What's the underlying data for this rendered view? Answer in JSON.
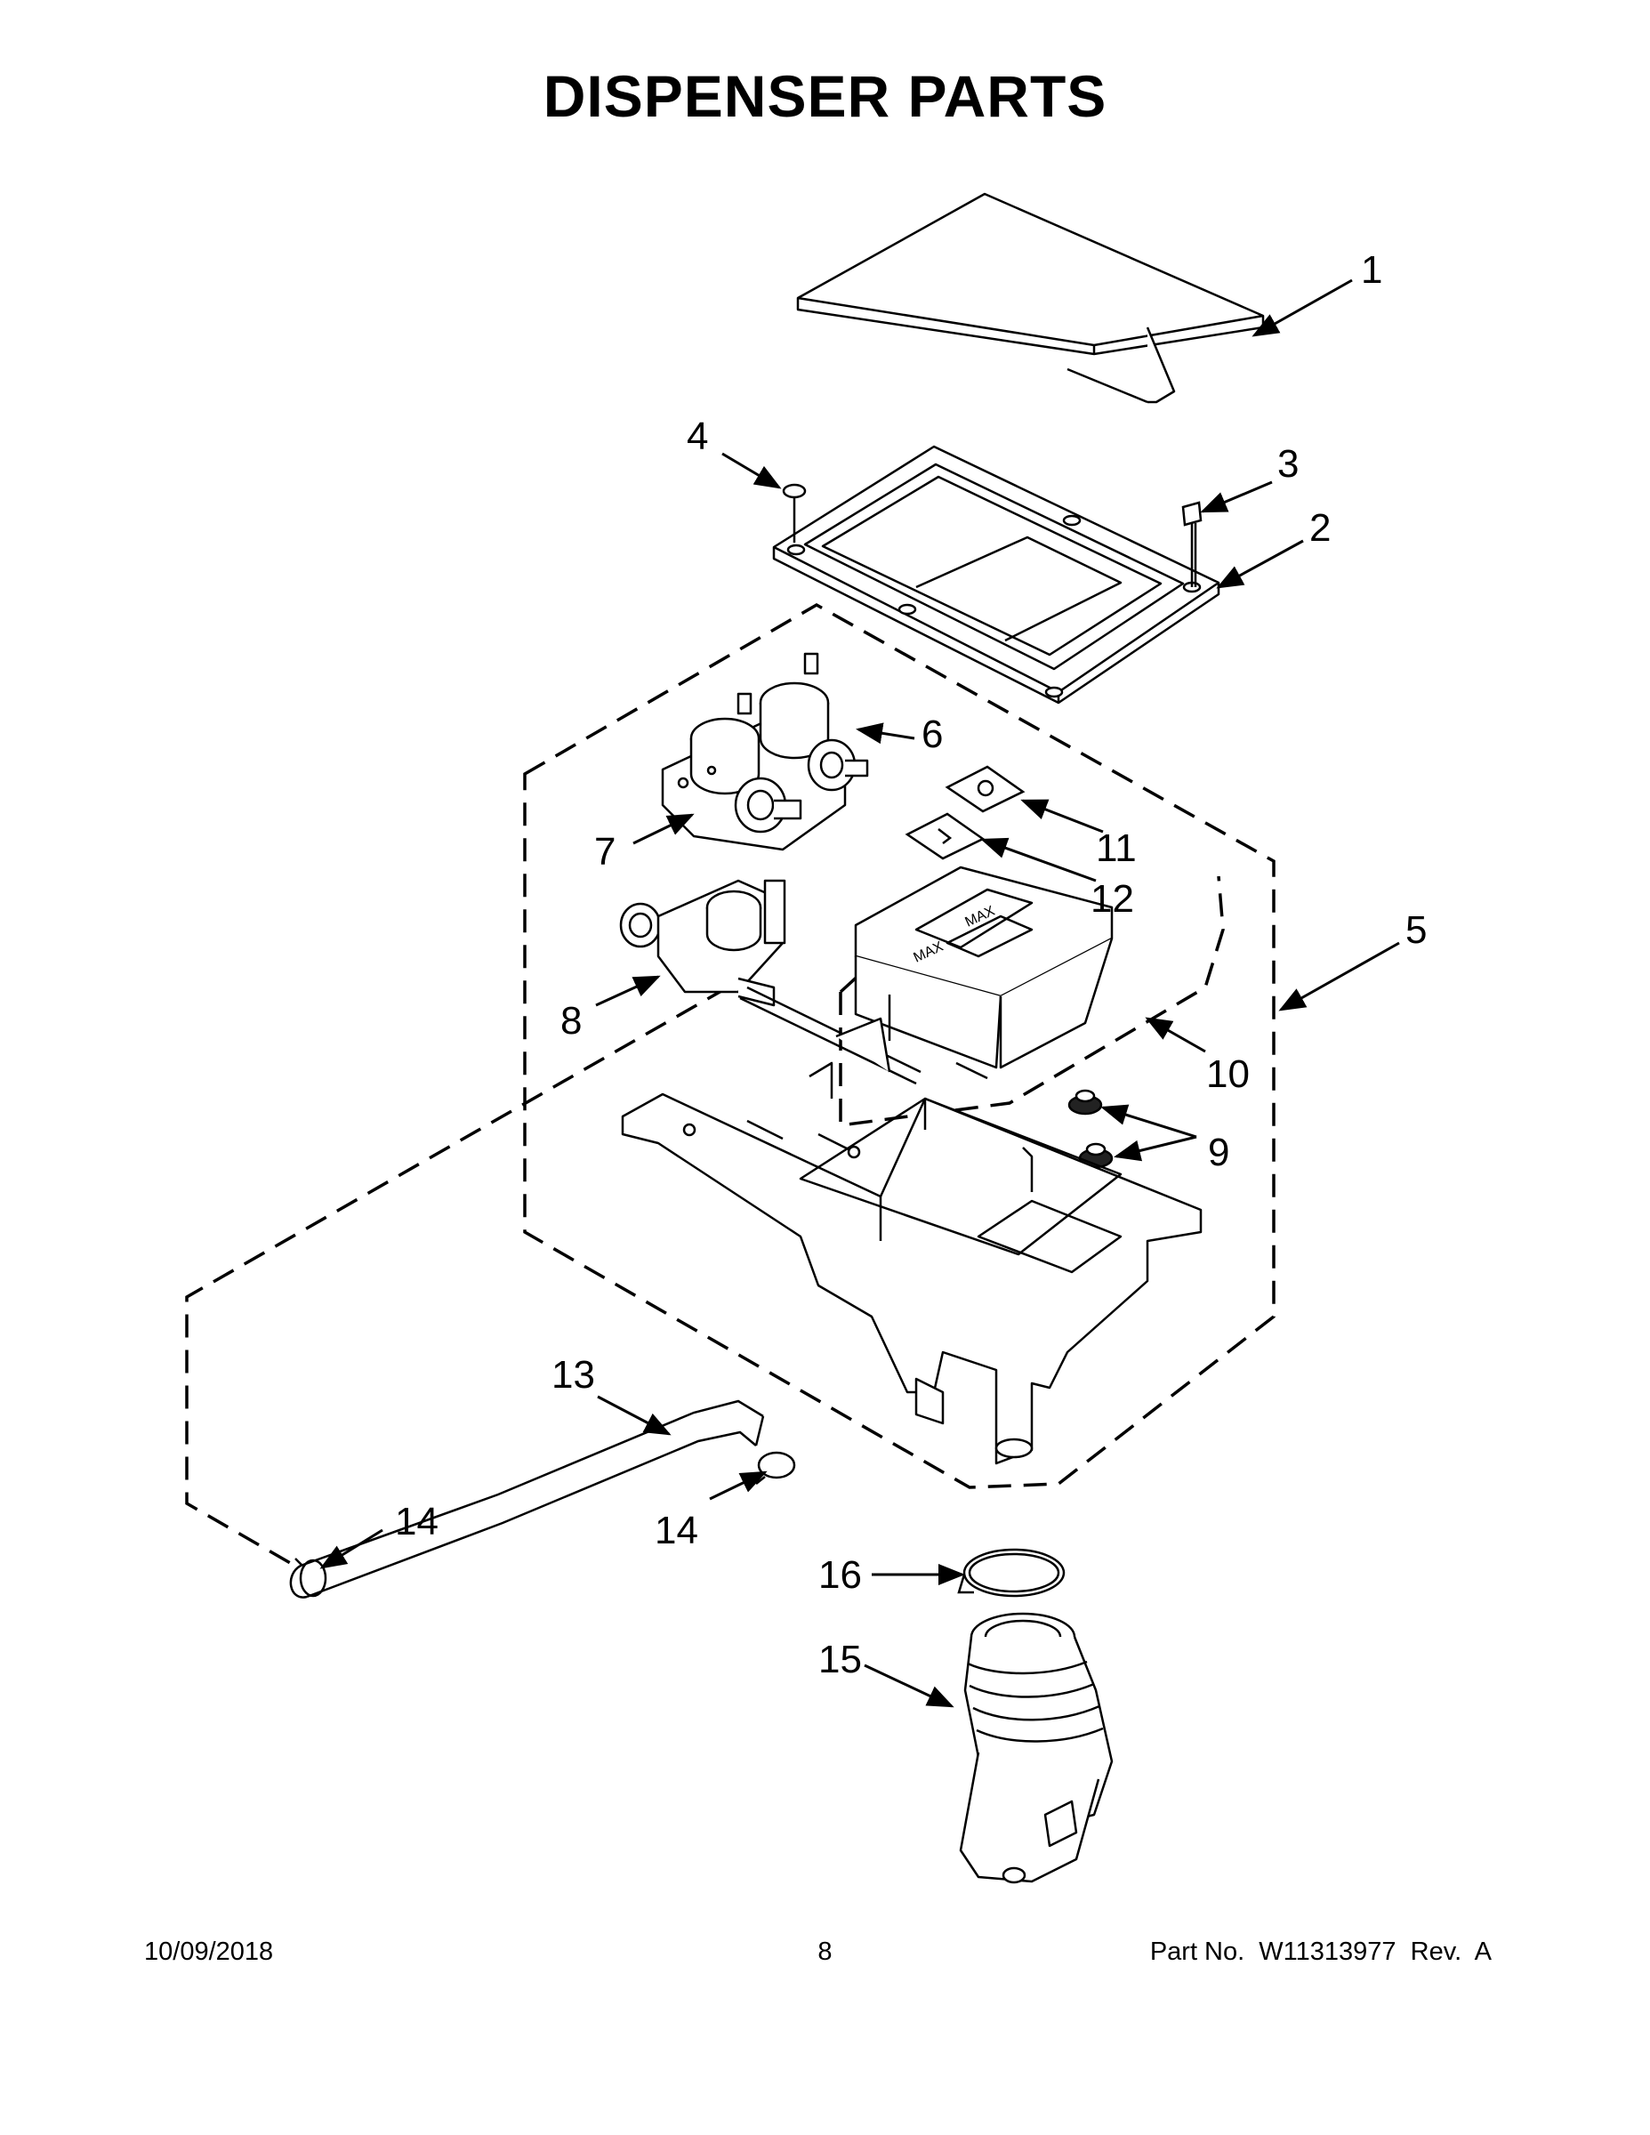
{
  "title": "DISPENSER PARTS",
  "footer": {
    "date": "10/09/2018",
    "page_number": "8",
    "part_number": "Part No.  W11313977  Rev.  A"
  },
  "callouts": [
    "1",
    "2",
    "3",
    "4",
    "5",
    "6",
    "7",
    "8",
    "9",
    "10",
    "11",
    "12",
    "13",
    "14",
    "14",
    "15",
    "16"
  ],
  "part_labels": {
    "max_left": "MAX",
    "max_right": "MAX"
  }
}
